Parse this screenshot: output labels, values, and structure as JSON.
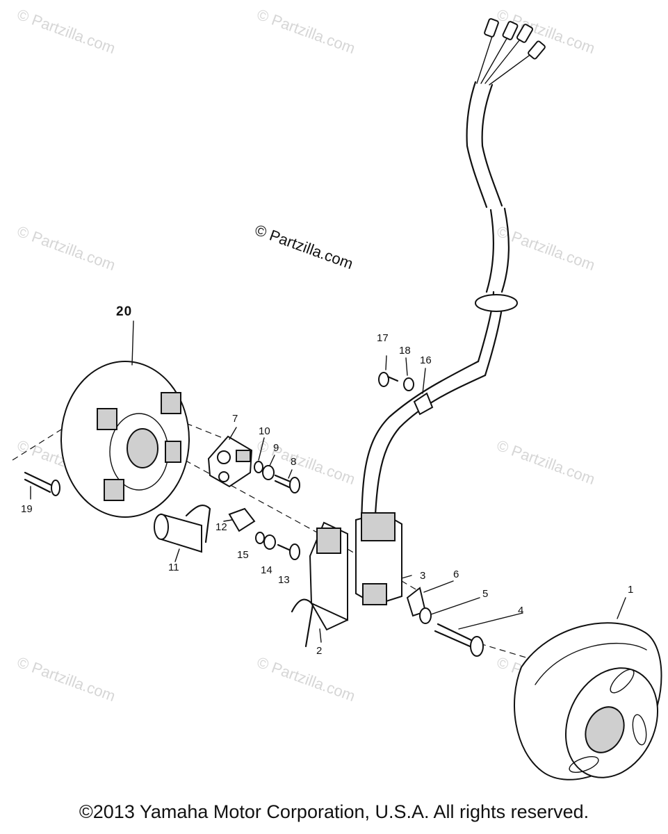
{
  "watermark": {
    "text": "© Partzilla.com"
  },
  "callouts": {
    "n1": "1",
    "n2": "2",
    "n3": "3",
    "n4": "4",
    "n5": "5",
    "n6": "6",
    "n7": "7",
    "n8": "8",
    "n9": "9",
    "n10": "10",
    "n11": "11",
    "n12": "12",
    "n13": "13",
    "n14": "14",
    "n15": "15",
    "n16": "16",
    "n17": "17",
    "n18": "18",
    "n19": "19",
    "n20": "20"
  },
  "footer": {
    "copyright": "©2013 Yamaha Motor Corporation, U.S.A. All rights reserved."
  }
}
